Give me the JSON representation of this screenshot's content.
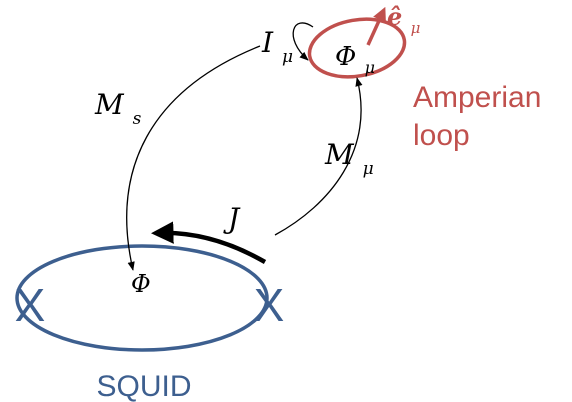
{
  "colors": {
    "squid": "#3d5f8f",
    "amperian": "#c0504d",
    "text": "#000000"
  },
  "labels": {
    "i_mu_main": "I",
    "i_mu_sub": "μ",
    "phi_mu_main": "Φ",
    "phi_mu_sub": "μ",
    "e_mu_main": "ê",
    "e_mu_sub": "μ",
    "m_s_main": "M",
    "m_s_sub": "s",
    "m_mu_main": "M",
    "m_mu_sub": "μ",
    "j": "J",
    "phi": "Φ",
    "amperian_line1": "Amperian",
    "amperian_line2": "loop",
    "squid": "SQUID",
    "junction": "X"
  }
}
